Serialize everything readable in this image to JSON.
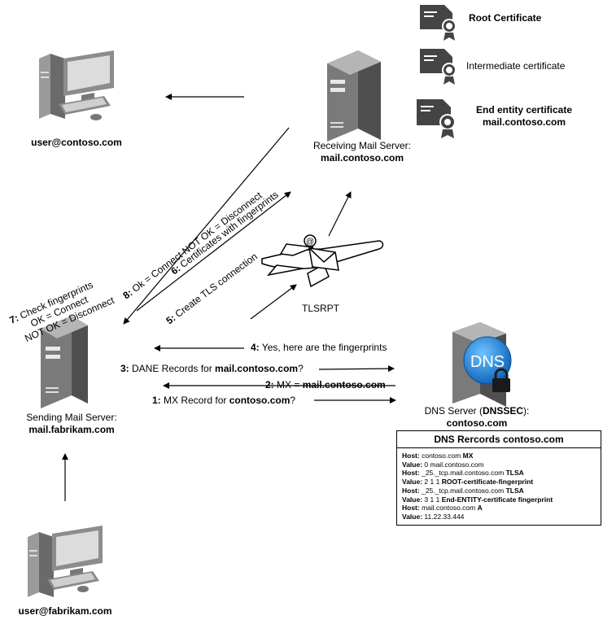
{
  "nodes": {
    "user_contoso": "user@contoso.com",
    "receiving_label": "Receiving Mail Server:",
    "receiving_host": "mail.contoso.com",
    "sending_label": "Sending Mail Server:",
    "sending_host": "mail.fabrikam.com",
    "user_fabrikam": "user@fabrikam.com",
    "dns_label_pre": "DNS Server (",
    "dns_label_bold": "DNSSEC",
    "dns_label_post": "):",
    "dns_host": "contoso.com",
    "dns_icon_text": "DNS",
    "tlsrpt": "TLSRPT"
  },
  "certificates": {
    "root": "Root Certificate",
    "intermediate": "Intermediate certificate",
    "end_entity_1": "End entity certificate",
    "end_entity_2": "mail.contoso.com"
  },
  "steps": {
    "s1_num": "1:",
    "s1_pre": " MX Record for ",
    "s1_bold": "contoso.com",
    "s1_post": "?",
    "s2_num": "2:",
    "s2_pre": " MX = ",
    "s2_bold": "mail.contoso.com",
    "s3_num": "3:",
    "s3_pre": " DANE Records for ",
    "s3_bold": "mail.contoso.com",
    "s3_post": "?",
    "s4_num": "4:",
    "s4_text": " Yes, here are the fingerprints",
    "s5_num": "5:",
    "s5_text": " Create TLS connection",
    "s6_num": "6:",
    "s6_text": " Certificates with fingerprints",
    "s7_num": "7:",
    "s7_line1": " Check fingerprints",
    "s7_line2": "OK = Connect",
    "s7_line3": "NOT OK = Disconnect",
    "s8_num": "8:",
    "s8_text": " Ok = Connect NOT OK = Disconnect"
  },
  "dns_records": {
    "title": "DNS Rercords contoso.com",
    "rows": [
      {
        "label": "Host:",
        "text": " contoso.com ",
        "bold": "MX"
      },
      {
        "label": "Value:",
        "text": " 0 mail.contoso.com",
        "bold": ""
      },
      {
        "label": "Host:",
        "text": " _25._tcp.mail.contoso.com ",
        "bold": "TLSA"
      },
      {
        "label": "Value:",
        "text": " 2 1 1 ",
        "bold": "ROOT-certificate-fingerprint"
      },
      {
        "label": "Host:",
        "text": " _25._tcp.mail.contoso.com ",
        "bold": "TLSA"
      },
      {
        "label": "Value:",
        "text": " 3 1 1 ",
        "bold": "End-ENTITY-certificate fingerprint"
      },
      {
        "label": "Host:",
        "text": " mail.contoso.com ",
        "bold": "A"
      },
      {
        "label": "Value:",
        "text": " 11.22.33.444",
        "bold": ""
      }
    ]
  },
  "colors": {
    "server_body": "#6d6d6d",
    "server_light": "#d9d9d9",
    "cert_dark": "#444444",
    "dns_globe": "#1f7fd6"
  }
}
